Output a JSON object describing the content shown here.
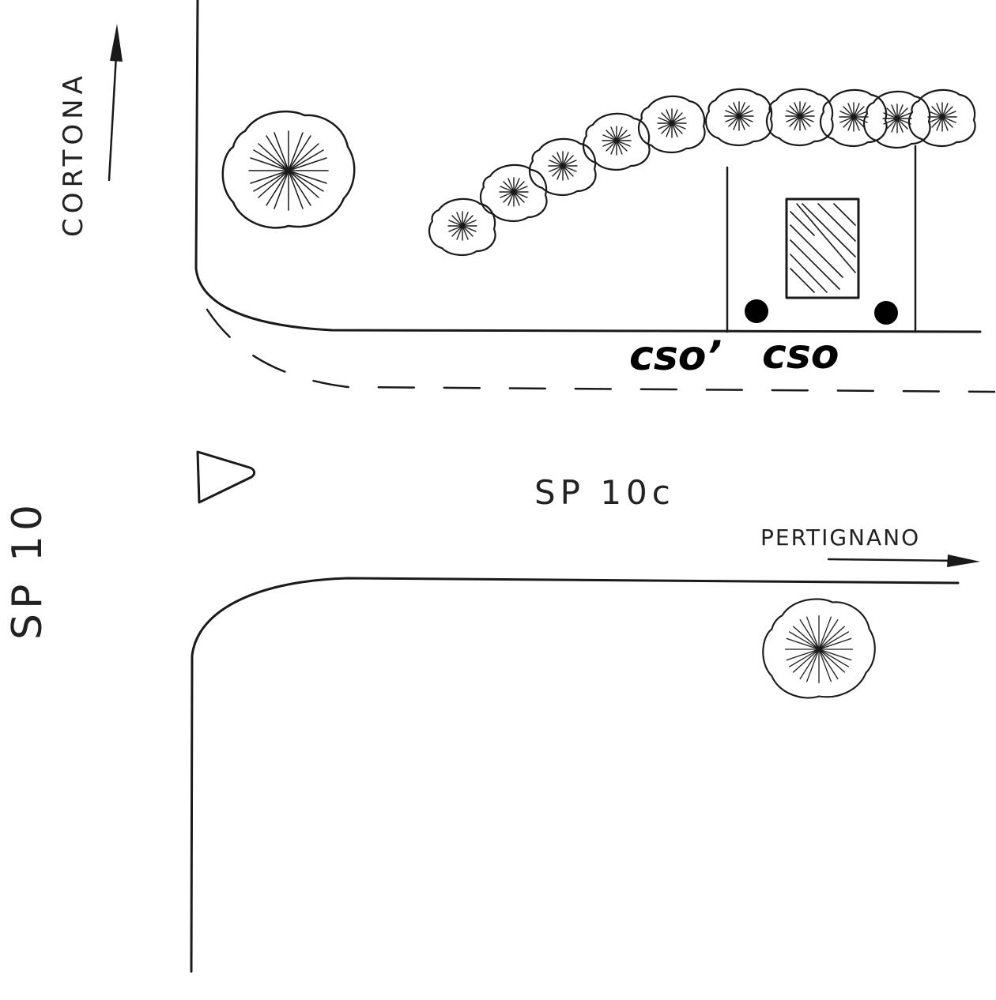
{
  "labels": {
    "cortona": "CORTONA",
    "sp10": "SP 10",
    "sp10c": "SP 10c",
    "pertignano": "PERTIGNANO",
    "cso1": "cso’",
    "cso2": "cso"
  },
  "icons": {
    "tree": "tree-icon",
    "hedge": "hedge-icon",
    "cabinet": "cabinet-icon",
    "post": "post-icon",
    "yield_sign": "yield-sign-icon",
    "arrow": "arrow-icon"
  },
  "colors": {
    "ink": "#1a1a1a",
    "background": "#ffffff"
  }
}
